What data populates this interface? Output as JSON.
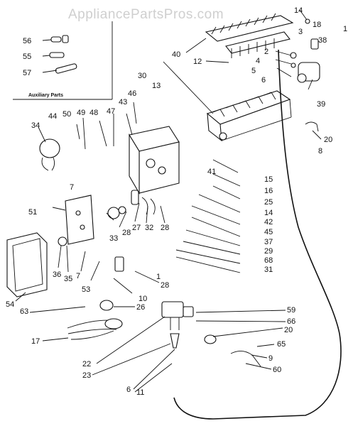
{
  "watermark": "AppliancePartsPros.com",
  "auxiliary_caption": "Auxiliary Parts",
  "part_labels": {
    "p14a": "14",
    "p18": "18",
    "p3": "3",
    "p38": "38",
    "p1": "1",
    "p56": "56",
    "p55": "55",
    "p57": "57",
    "p40": "40",
    "p12": "12",
    "p2": "2",
    "p4": "4",
    "p5": "5",
    "p6": "6",
    "p39": "39",
    "p13": "13",
    "p30": "30",
    "p46": "46",
    "p43": "43",
    "p47": "47",
    "p44": "44",
    "p50": "50",
    "p49": "49",
    "p48": "48",
    "p34": "34",
    "p20a": "20",
    "p8": "8",
    "p41": "41",
    "p15": "15",
    "p16": "16",
    "p25": "25",
    "p14b": "14",
    "p42": "42",
    "p45": "45",
    "p37": "37",
    "p29": "29",
    "p68": "68",
    "p31": "31",
    "p7a": "7",
    "p51": "51",
    "p33": "33",
    "p28a": "28",
    "p27": "27",
    "p32": "32",
    "p28b": "28",
    "p36": "36",
    "p35": "35",
    "p7b": "7",
    "p53": "53",
    "p28c": "28",
    "p10": "10",
    "p54": "54",
    "p26": "26",
    "p63": "63",
    "p17": "17",
    "p59": "59",
    "p66": "66",
    "p20b": "20",
    "p65": "65",
    "p9": "9",
    "p60": "60",
    "p22": "22",
    "p23": "23",
    "p6b": "6",
    "p11": "11"
  }
}
